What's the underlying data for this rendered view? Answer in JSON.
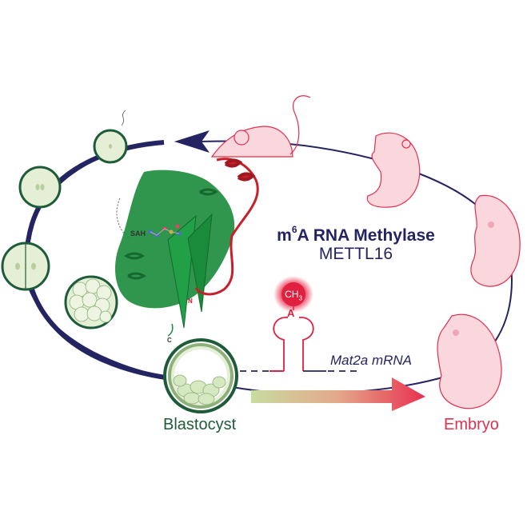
{
  "title": {
    "prefix": "m",
    "superscript": "6",
    "main": "A RNA Methylase",
    "subtitle": "METTL16"
  },
  "rna": {
    "label": "Mat2a mRNA",
    "methyl_group": "CH",
    "methyl_subscript": "3",
    "base": "A"
  },
  "protein": {
    "ligand_label": "SAH",
    "n_terminus": "N",
    "c_terminus": "C",
    "colors": {
      "main_domain": "#1e8c3e",
      "c_terminal_domain": "#c8202a"
    }
  },
  "stages": {
    "left": [
      "zygote",
      "2-pronuclei",
      "2-cell",
      "morula",
      "blastocyst"
    ],
    "right": [
      "adult mouse",
      "pup",
      "late embryo",
      "embryo"
    ],
    "blastocyst_label": "Blastocyst",
    "embryo_label": "Embryo"
  },
  "colors": {
    "cycle_line": "#242463",
    "cell_fill": "#e4efd6",
    "cell_border": "#1e5b38",
    "mouse_fill": "#fad7dc",
    "mouse_outline": "#e0304e",
    "arrow_start": "#c8dca0",
    "arrow_end": "#e8304e"
  }
}
